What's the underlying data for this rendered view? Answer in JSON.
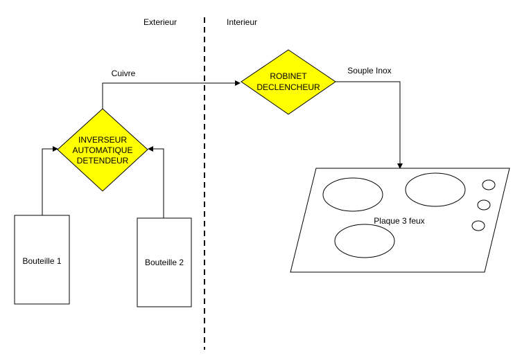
{
  "zones": {
    "exterior": "Exterieur",
    "interior": "Interieur"
  },
  "nodes": {
    "inverseur": [
      "INVERSEUR",
      "AUTOMATIQUE",
      "DETENDEUR"
    ],
    "robinet": [
      "ROBINET",
      "DECLENCHEUR"
    ],
    "bouteille1": "Bouteille 1",
    "bouteille2": "Bouteille 2",
    "plaque": "Plaque 3 feux"
  },
  "connections": {
    "cuivre": "Cuivre",
    "souple": "Souple Inox"
  },
  "colors": {
    "diamond_fill": "#ffff00",
    "stroke": "#000000"
  }
}
